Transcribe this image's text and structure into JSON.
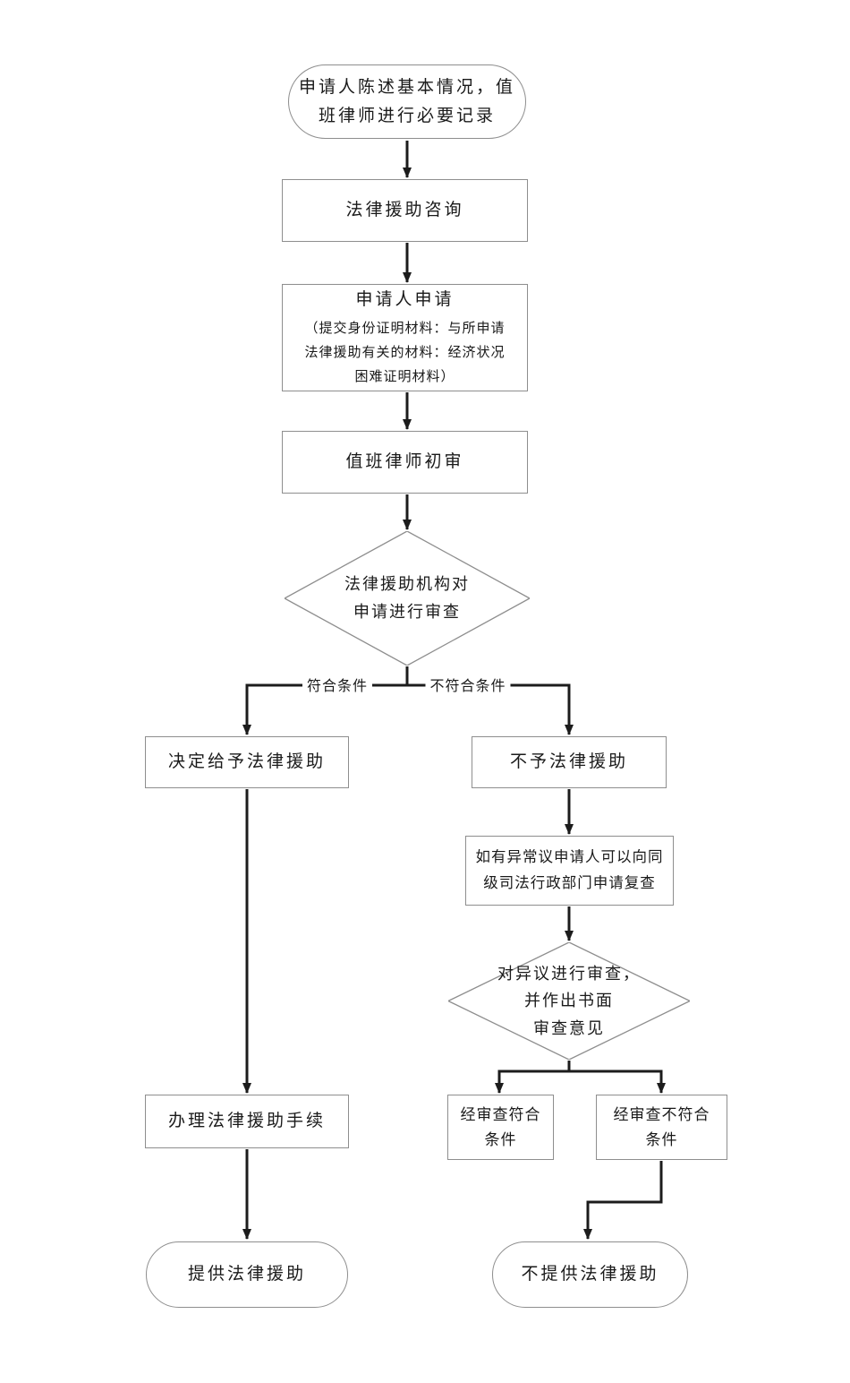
{
  "colors": {
    "background": "#ffffff",
    "node_border": "#8e8e8e",
    "arrow": "#1c1c1c",
    "text": "#1a1a1a"
  },
  "nodes": {
    "start": {
      "shape": "terminator",
      "label": "申请人陈述基本情况，值\n班律师进行必要记录"
    },
    "consult": {
      "shape": "process",
      "label": "法律援助咨询"
    },
    "apply": {
      "shape": "process",
      "label": "申请人申请",
      "detail": "（提交身份证明材料：与所申请\n法律援助有关的材料：经济状况\n困难证明材料）"
    },
    "initial_review": {
      "shape": "process",
      "label": "值班律师初审"
    },
    "review": {
      "shape": "decision",
      "label": "法律援助机构对\n申请进行审查"
    },
    "grant": {
      "shape": "process",
      "label": "决定给予法律援助"
    },
    "deny": {
      "shape": "process",
      "label": "不予法律援助"
    },
    "recheck": {
      "shape": "process",
      "label": "如有异常议申请人可以向同\n级司法行政部门申请复查"
    },
    "objection_review": {
      "shape": "decision",
      "label": "对异议进行审查，\n并作出书面\n审查意见"
    },
    "recheck_pass": {
      "shape": "process",
      "label": "经审查符合\n条件"
    },
    "recheck_fail": {
      "shape": "process",
      "label": "经审查不符合\n条件"
    },
    "handle": {
      "shape": "process",
      "label": "办理法律援助手续"
    },
    "provide": {
      "shape": "terminator",
      "label": "提供法律援助"
    },
    "not_provide": {
      "shape": "terminator",
      "label": "不提供法律援助"
    }
  },
  "edge_labels": {
    "qualified": "符合条件",
    "unqualified": "不符合条件"
  }
}
